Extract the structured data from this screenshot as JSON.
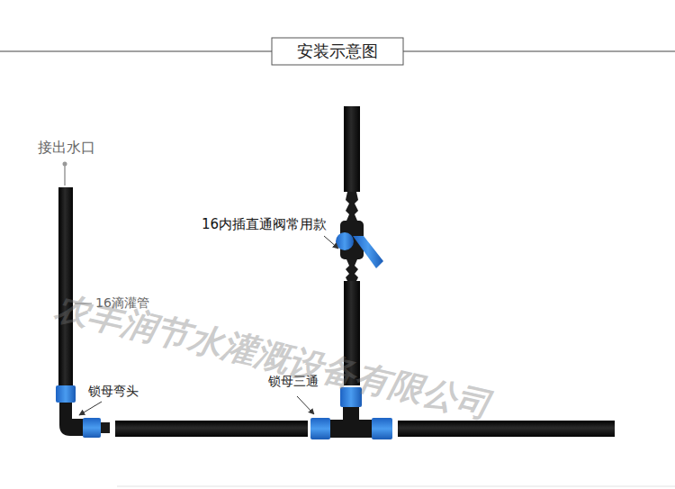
{
  "diagram": {
    "title": "安装示意图",
    "labels": [
      "接出水口",
      "16滴灌管",
      "锁母弯头",
      "16内插直通阀常用款",
      "锁母三通",
      "农丰润节水灌溉设备有限公司"
    ]
  }
}
